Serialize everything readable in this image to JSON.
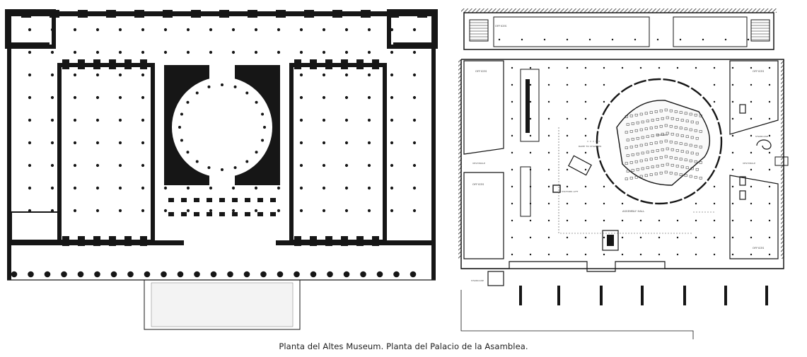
{
  "caption": "Planta del Altes Museum. Planta del Palacio de la Asamblea.",
  "colors": {
    "ink": "#161616",
    "paper": "#ffffff",
    "hatch": "#2a2a2a"
  },
  "plan_left": {
    "name": "Altes Museum"
  },
  "plan_right": {
    "name": "Palacio de la Asamblea",
    "labels": {
      "offices_nw": "OFFICES",
      "offices_ne": "OFFICES",
      "offices_w": "OFFICES",
      "offices_e": "OFFICES",
      "offices_top": "OFFICES",
      "vestibule_w": "VESTIBULE",
      "vestibule_e": "VESTIBULE",
      "assembly_hall": "ASSEMBLY HALL",
      "chamber": "CHAMBER",
      "visitors_lift": "VISITORS LIFT",
      "staircase_w": "STAIRCASE",
      "staircase_e": "STAIRCASE",
      "ramp_to_chamber": "RAMP TO CHAMBER"
    }
  }
}
